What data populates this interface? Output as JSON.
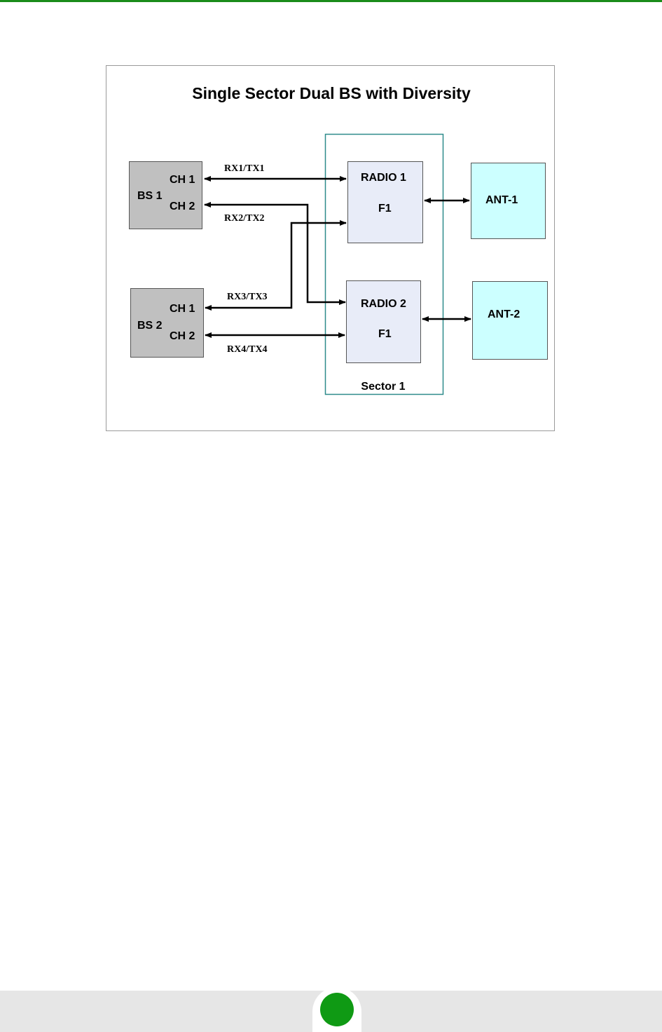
{
  "colors": {
    "page_background": "#ffffff",
    "top_rule": "#1a8c1a",
    "footer_band": "#e6e6e6",
    "footer_dot": "#0f9a14",
    "bs_box_fill": "#c0c0c0",
    "radio_box_fill": "#e8ecf8",
    "antenna_box_fill": "#ccffff",
    "sector_border": "#2e8b8b"
  },
  "diagram": {
    "title": "Single Sector Dual BS with Diversity",
    "bs1": {
      "name": "BS 1",
      "ch1": "CH 1",
      "ch2": "CH 2"
    },
    "bs2": {
      "name": "BS 2",
      "ch1": "CH 1",
      "ch2": "CH 2"
    },
    "radio1": {
      "name": "RADIO 1",
      "freq": "F1"
    },
    "radio2": {
      "name": "RADIO 2",
      "freq": "F1"
    },
    "ant1": {
      "name": "ANT-1"
    },
    "ant2": {
      "name": "ANT-2"
    },
    "sector": {
      "name": "Sector 1"
    },
    "links": {
      "l1": "RX1/TX1",
      "l2": "RX2/TX2",
      "l3": "RX3/TX3",
      "l4": "RX4/TX4"
    }
  }
}
